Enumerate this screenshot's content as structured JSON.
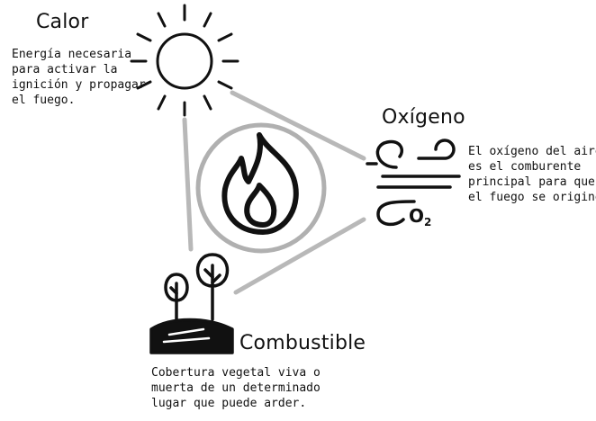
{
  "nodes": {
    "calor": {
      "title": "Calor",
      "lines": [
        "Energía necesaria",
        "para activar la",
        "ignición y propagar",
        "el fuego."
      ],
      "icon": "sun-icon"
    },
    "oxigeno": {
      "title": "Oxígeno",
      "lines": [
        "El oxígeno del aire",
        "es el comburente",
        "principal para que",
        "el fuego se origine."
      ],
      "icon": "wind-icon",
      "symbol": "O",
      "symbol_sub": "2"
    },
    "combustible": {
      "title": "Combustible",
      "lines": [
        "Cobertura vegetal viva o",
        "muerta de un determinado",
        "lugar que puede arder."
      ],
      "icon": "trees-icon"
    },
    "center": {
      "icon": "fire-icon"
    }
  },
  "colors": {
    "line": "#b8b8b8",
    "ink": "#111111",
    "circle": "#b0b0b0"
  }
}
